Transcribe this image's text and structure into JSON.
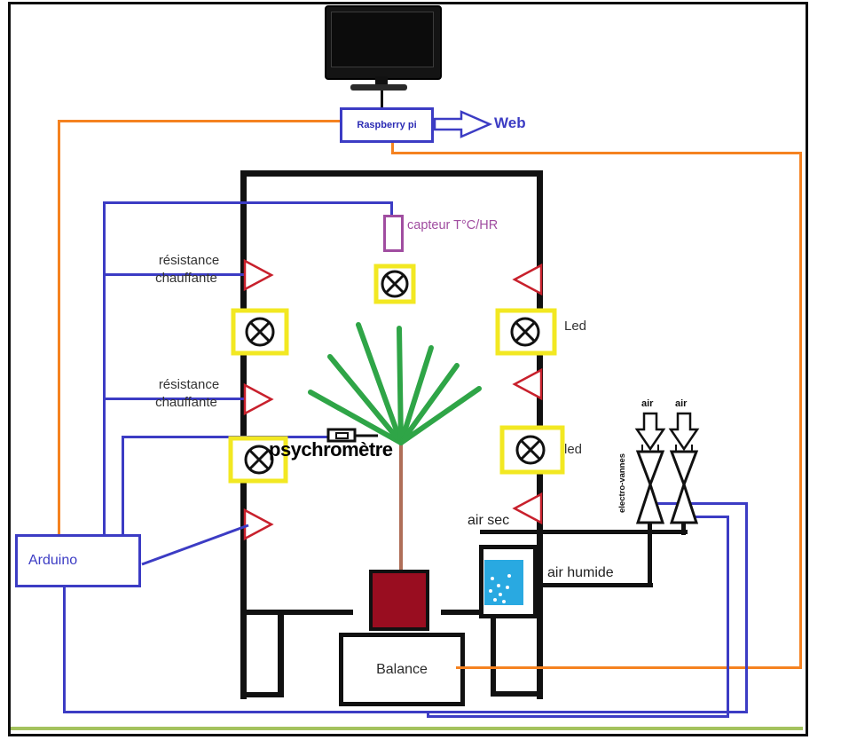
{
  "labels": {
    "raspberry_pi": "Raspberry pi",
    "web": "Web",
    "capteur": "capteur T°C/HR",
    "resistance_line1": "résistance",
    "resistance_line2": "chauffante",
    "led_upper": "Led",
    "led_lower": "led",
    "psychrometre": "psychromètre",
    "arduino": "Arduino",
    "air_sec": "air sec",
    "air_humide": "air humide",
    "air_inlet_left": "air",
    "air_inlet_right": "air",
    "electro_vannes": "electro-vannes",
    "balance": "Balance"
  },
  "colors": {
    "wire_orange": "#F58220",
    "wire_blue": "#3C3CC4",
    "sensor_purple": "#A04DA0",
    "heater_red": "#C8202C",
    "lamp_yellow": "#F2E822",
    "leaf_green": "#2FA547",
    "stem_brown": "#AF6E58",
    "pot_red": "#990D20",
    "water_blue": "#29A9E1",
    "frame_green": "#A4C25E"
  }
}
